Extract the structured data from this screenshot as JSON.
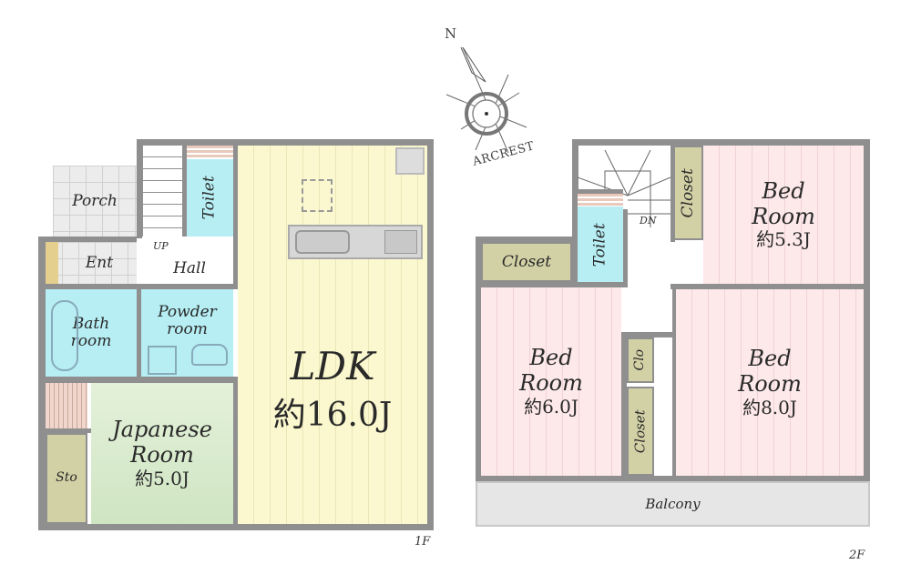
{
  "compass": {
    "north_label": "N",
    "brand": "ARCREST"
  },
  "floor1": {
    "label": "1F",
    "rooms": {
      "porch": "Porch",
      "entrance": "Ent",
      "hall": "Hall",
      "stairs_label": "UP",
      "toilet": "Toilet",
      "bathroom": [
        "Bath",
        "room"
      ],
      "powder_room": [
        "Powder",
        "room"
      ],
      "ldk": {
        "name": "LDK",
        "area": "約16.0J"
      },
      "japanese_room": {
        "name": [
          "Japanese",
          "Room"
        ],
        "area": "約5.0J"
      },
      "storage": "Sto"
    }
  },
  "floor2": {
    "label": "2F",
    "rooms": {
      "stairs_label": "DN",
      "toilet": "Toilet",
      "closet_left": "Closet",
      "closet_top": "Closet",
      "closet_small": "Clo",
      "closet_mid": "Closet",
      "bedroom_ne": {
        "name": [
          "Bed",
          "Room"
        ],
        "area": "約5.3J"
      },
      "bedroom_w": {
        "name": [
          "Bed",
          "Room"
        ],
        "area": "約6.0J"
      },
      "bedroom_se": {
        "name": [
          "Bed",
          "Room"
        ],
        "area": "約8.0J"
      },
      "balcony": "Balcony"
    }
  },
  "colors": {
    "wall": "#8f8f8f",
    "ldk": "#fbf8cf",
    "bedroom": "#fde8ea",
    "wet": "#b6eef4",
    "japanese": "#d8ebcc",
    "closet": "#d2d1a6"
  }
}
